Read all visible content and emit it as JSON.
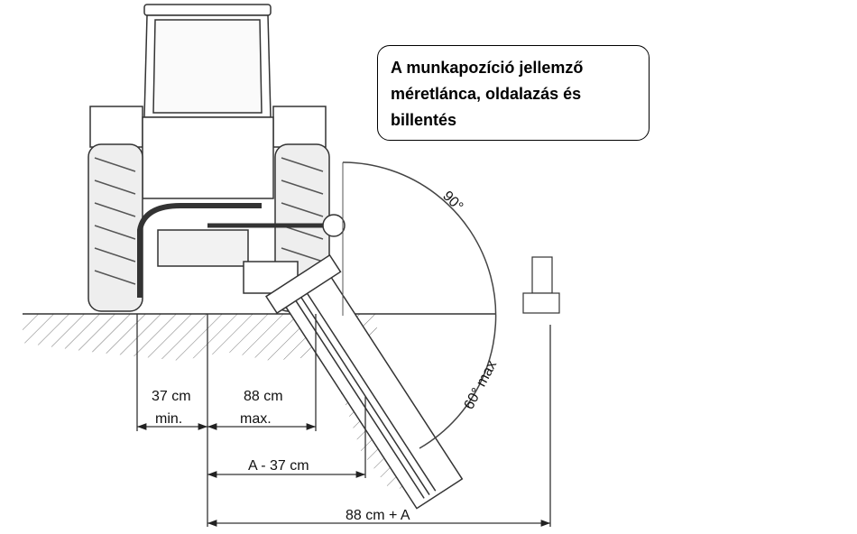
{
  "callout": {
    "lines": [
      "A munkapozíció jellemző",
      "méretlánca, oldalazás és",
      "billentés"
    ]
  },
  "dimensions": {
    "min_value": "37 cm",
    "min_label": "min.",
    "max_value": "88 cm",
    "max_label": "max.",
    "a_minus": "A - 37 cm",
    "total": "88 cm + A"
  },
  "angles": {
    "up": "90°",
    "down": "60° max"
  }
}
